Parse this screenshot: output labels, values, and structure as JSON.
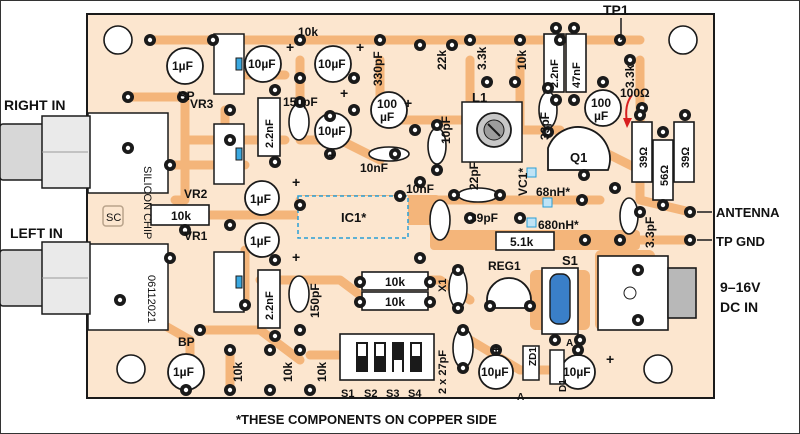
{
  "colors": {
    "board": "#fce6cf",
    "copper": "#f4b57a",
    "component": "#ffffff",
    "outline": "#1a1a1a",
    "pad_hole": "#ffffff",
    "ic_outline": "#2a9fd6",
    "arrow": "#d81e1e",
    "heatsink": "#b8b8b8"
  },
  "external_labels": {
    "right_in": "RIGHT IN",
    "left_in": "LEFT IN",
    "antenna": "ANTENNA",
    "tp_gnd": "TP GND",
    "dc_in_line1": "9–16V",
    "dc_in_line2": "DC IN",
    "tp1": "TP1",
    "footnote": "*THESE COMPONENTS ON COPPER SIDE"
  },
  "board_text": {
    "brand": "SILICON CHIP",
    "brand_short": "SC",
    "board_code": "06112021",
    "resistor_100ohm": "100Ω"
  },
  "components": {
    "ic1": "IC1*",
    "l1": "L1",
    "q1": "Q1",
    "vc1": "VC1*",
    "reg1": "REG1",
    "zd1": "ZD1",
    "d1": "D1",
    "s1": "S1",
    "x1": "X1",
    "vr1": "VR1",
    "vr2": "VR2",
    "vr3": "VR3",
    "bp_top": "BP",
    "bp_bottom": "BP",
    "c_1uf": "1µF",
    "c_10uf": "10µF",
    "c_100uf_a": "100",
    "c_100uf_b": "µF",
    "c_2n2": "2.2nF",
    "c_150pf": "150pF",
    "c_330pf": "330pF",
    "c_10pf": "10pF",
    "c_33pf": "33pF",
    "c_22pf": "22pF",
    "c_39pf": "39pF",
    "c_3p3pf": "3.3pF",
    "c_47nf": "47nF",
    "c_10nf": "10nF",
    "c_2x27pf": "2 x 27pF",
    "r_10k": "10k",
    "r_22k": "22k",
    "r_3k3": "3.3k",
    "r_5k1": "5.1k",
    "r_39": "39Ω",
    "r_56": "56Ω",
    "l_68nh": "68nH*",
    "l_680nh": "680nH*",
    "plus": "+",
    "a_mark": "A",
    "dip_s1": "S1",
    "dip_s2": "S2",
    "dip_s3": "S3",
    "dip_s4": "S4"
  }
}
